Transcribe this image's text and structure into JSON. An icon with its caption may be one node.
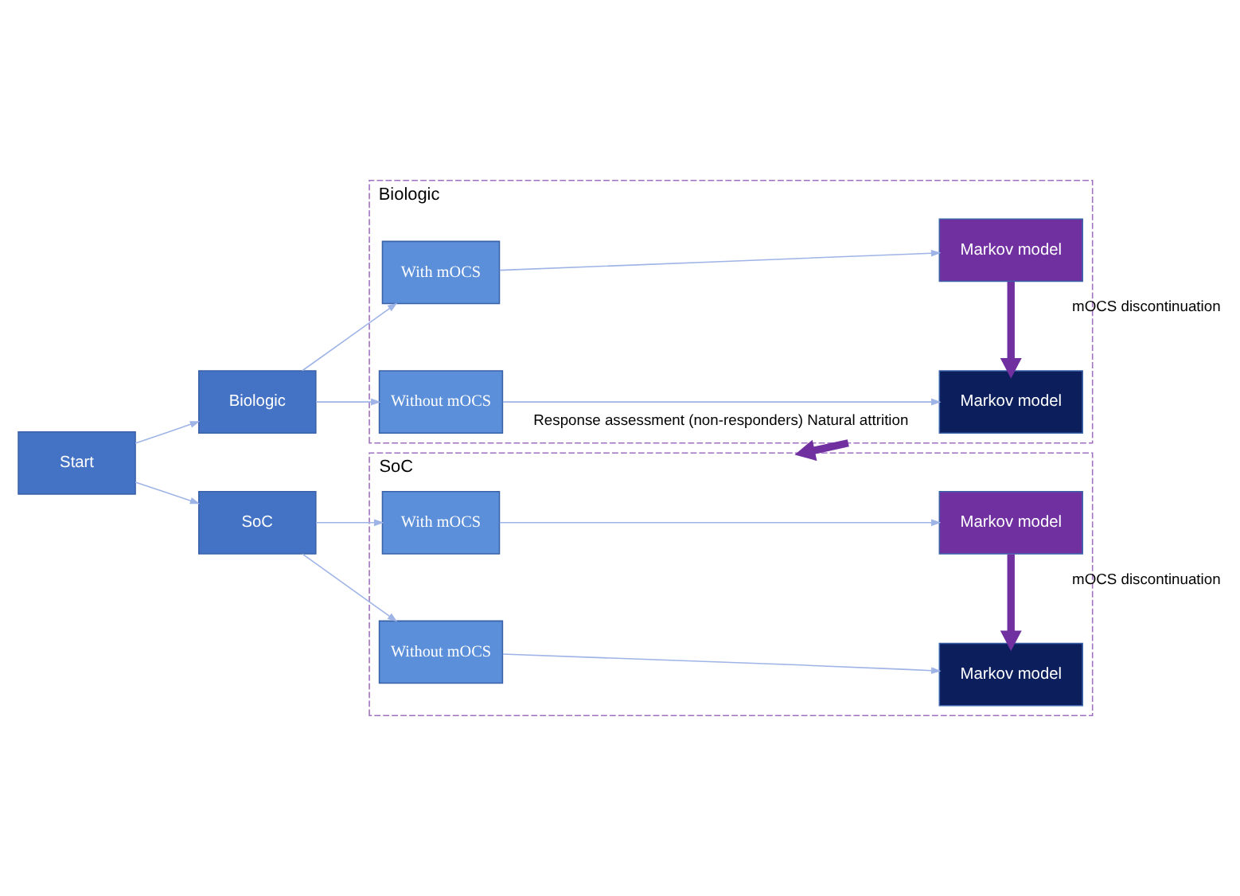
{
  "diagram": {
    "nodes": [
      {
        "text": [
          "Start"
        ]
      },
      {
        "text": [
          "Biologic"
        ]
      },
      {
        "text": [
          "Biologic"
        ]
      },
      {
        "text": [
          "With mOCS"
        ],
        "in": 1
      },
      {
        "text": [
          "Markov model"
        ],
        "in": 1
      },
      {
        "text": [
          "Without mOCS"
        ],
        "in": 1
      },
      {
        "text": [
          "Markov model"
        ],
        "in": 1
      },
      {
        "text": [
          "SoC"
        ]
      },
      {
        "text": [
          "SoC"
        ]
      },
      {
        "text": [
          "With mOCS"
        ],
        "in": 7
      },
      {
        "text": [
          "Markov model"
        ],
        "in": 7
      },
      {
        "text": [
          "Without mOCS"
        ],
        "in": 7
      },
      {
        "text": [
          "Markov model"
        ],
        "in": 7
      }
    ],
    "edges": [
      {
        "from": 0,
        "to": 2,
        "arrow": "to"
      },
      {
        "from": 0,
        "to": 8,
        "arrow": "to"
      },
      {
        "from": 2,
        "to": 3,
        "arrow": "to"
      },
      {
        "from": 2,
        "to": 5,
        "arrow": "to"
      },
      {
        "from": 3,
        "to": 4,
        "arrow": "to"
      },
      {
        "from": 5,
        "to": 6,
        "arrow": "to"
      },
      {
        "from": 4,
        "to": 6,
        "arrow": "to",
        "label": "mOCS discontinuation",
        "style": "thick",
        "color": "#7030a0"
      },
      {
        "from": 1,
        "to": 7,
        "arrow": "to",
        "label": "Response assessment (non-responders) Natural attrition",
        "style": "thick",
        "color": "#7030a0"
      },
      {
        "from": 8,
        "to": 9,
        "arrow": "to"
      },
      {
        "from": 8,
        "to": 11,
        "arrow": "to"
      },
      {
        "from": 9,
        "to": 10,
        "arrow": "to"
      },
      {
        "from": 11,
        "to": 12,
        "arrow": "to"
      },
      {
        "from": 10,
        "to": 12,
        "arrow": "to",
        "label": "mOCS discontinuation",
        "style": "thick",
        "color": "#7030a0"
      }
    ]
  }
}
